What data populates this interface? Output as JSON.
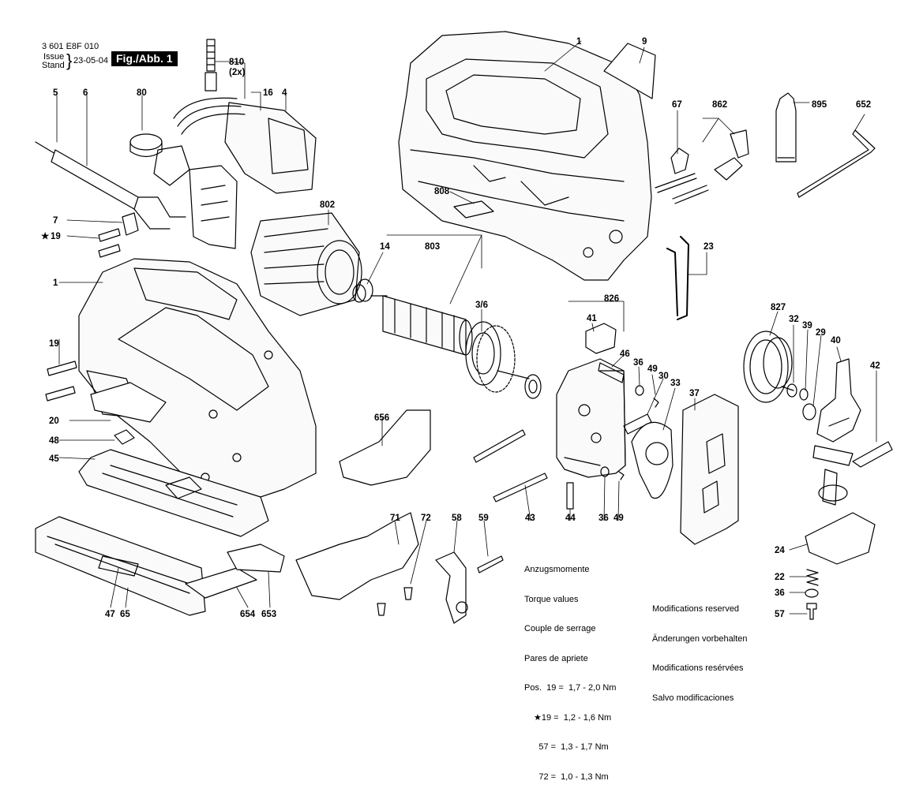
{
  "header": {
    "doc_number": "3 601 E8F 010",
    "issue_label": "Issue",
    "stand_label": "Stand",
    "date": "23-05-04",
    "figure_label": "Fig./Abb. 1"
  },
  "labels": {
    "l1a": "1",
    "l9": "9",
    "l810": "810",
    "l2x": "(2x)",
    "l16": "16",
    "l4": "4",
    "l5": "5",
    "l6": "6",
    "l80": "80",
    "l67": "67",
    "l862": "862",
    "l895": "895",
    "l652": "652",
    "l808": "808",
    "l802": "802",
    "l7": "7",
    "l19a": "19",
    "l803": "803",
    "l14": "14",
    "l23": "23",
    "l1b": "1",
    "l36": "3/6",
    "l826": "826",
    "l827": "827",
    "l32": "32",
    "l39": "39",
    "l29": "29",
    "l40": "40",
    "l41": "41",
    "l46": "46",
    "l36a": "36",
    "l49a": "49",
    "l30": "30",
    "l33": "33",
    "l37": "37",
    "l42": "42",
    "l19b": "19",
    "l20": "20",
    "l656": "656",
    "l48": "48",
    "l45": "45",
    "l71": "71",
    "l72": "72",
    "l58": "58",
    "l59": "59",
    "l43": "43",
    "l44": "44",
    "l36b": "36",
    "l49b": "49",
    "l24": "24",
    "l22": "22",
    "l36c": "36",
    "l57": "57",
    "l47": "47",
    "l65": "65",
    "l654": "654",
    "l653": "653",
    "star": "★"
  },
  "torque": {
    "lines": [
      "Anzugsmomente",
      "Torque values",
      "Couple de serrage",
      "Pares de apriete",
      "Pos.  19 =  1,7 - 2,0 Nm",
      "★19 =  1,2 - 1,6 Nm",
      "      57 =  1,3 - 1,7 Nm",
      "      72 =  1,0 - 1,3 Nm"
    ]
  },
  "modifications": {
    "lines": [
      "Modifications reserved",
      "Änderungen vorbehalten",
      "Modifications resérvées",
      "Salvo modificaciones"
    ]
  }
}
